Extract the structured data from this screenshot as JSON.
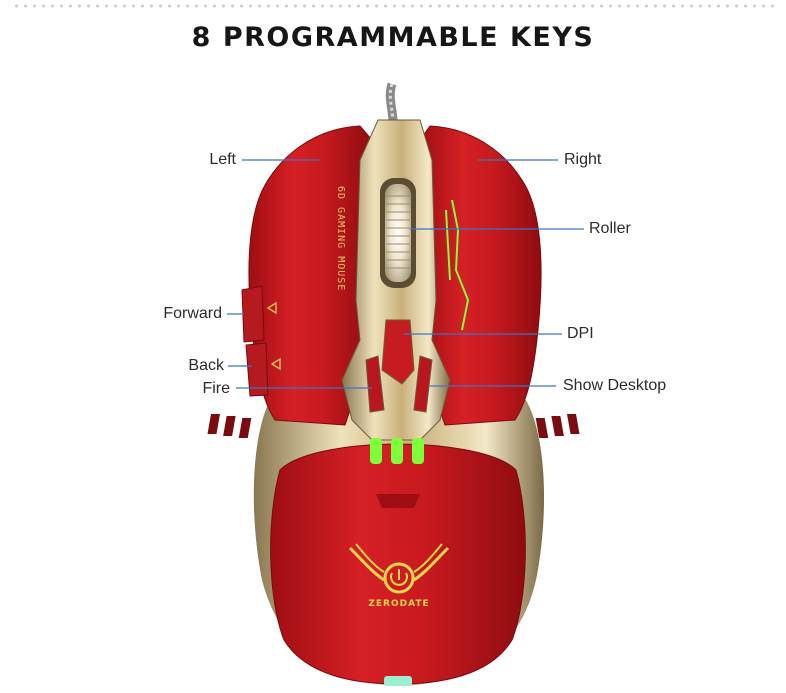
{
  "page": {
    "title": "8 PROGRAMMABLE KEYS"
  },
  "callouts": {
    "left": "Left",
    "right": "Right",
    "roller": "Roller",
    "forward": "Forward",
    "dpi": "DPI",
    "back": "Back",
    "fire": "Fire",
    "show_desktop": "Show Desktop"
  },
  "mouse": {
    "side_text": "6D GAMING MOUSE",
    "brand": "ZERODATE",
    "body_color": "#c8191e",
    "trim_color": "#d7c08a",
    "led_color": "#7dff3a"
  },
  "colors": {
    "callout_line": "#3d74c2"
  }
}
